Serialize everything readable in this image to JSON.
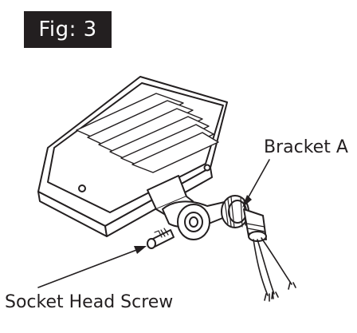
{
  "figure": {
    "label": "Fig: 3"
  },
  "callouts": {
    "bracket": "Bracket A",
    "screw": "Socket Head Screw"
  }
}
